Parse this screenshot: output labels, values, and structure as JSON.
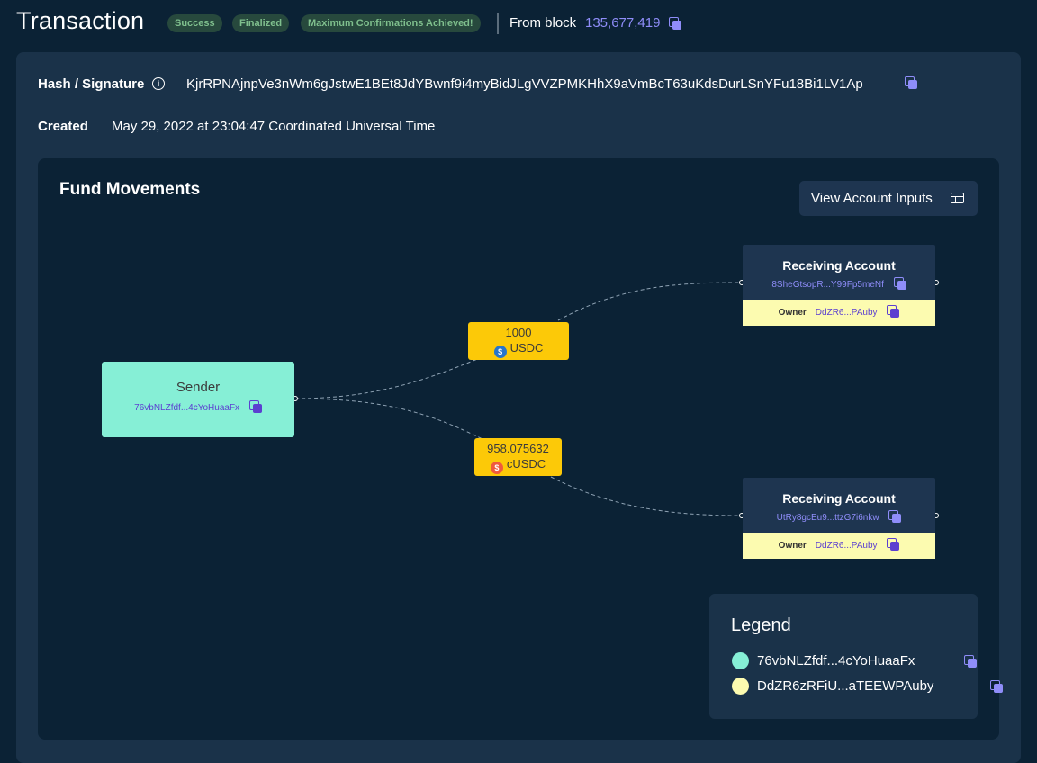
{
  "header": {
    "title": "Transaction",
    "badges": [
      "Success",
      "Finalized",
      "Maximum Confirmations Achieved!"
    ],
    "from_block_label": "From block",
    "block_number": "135,677,419"
  },
  "details": {
    "hash_label": "Hash / Signature",
    "hash_value": "KjrRPNAjnpVe3nWm6gJstwE1BEt8JdYBwnf9i4myBidJLgVVZPMKHhX9aVmBcT63uKdsDurLSnYFu18Bi1LV1Ap",
    "created_label": "Created",
    "created_value": "May 29, 2022 at 23:04:47 Coordinated Universal Time"
  },
  "fund_movements": {
    "title": "Fund Movements",
    "view_button_label": "View Account Inputs",
    "sender": {
      "label": "Sender",
      "address": "76vbNLZfdf...4cYoHuaaFx"
    },
    "receivers": [
      {
        "label": "Receiving Account",
        "address": "8SheGtsopR...Y99Fp5meNf",
        "owner_label": "Owner",
        "owner": "DdZR6...PAuby"
      },
      {
        "label": "Receiving Account",
        "address": "UtRy8gcEu9...ttzG7i6nkw",
        "owner_label": "Owner",
        "owner": "DdZR6...PAuby"
      }
    ],
    "transfers": [
      {
        "amount": "1000",
        "token": "USDC",
        "token_icon": "usdc-coin-icon",
        "color": "#2775ca"
      },
      {
        "amount": "958.075632",
        "token": "cUSDC",
        "token_icon": "cusdc-coin-icon",
        "color": "#ef5a3c"
      }
    ]
  },
  "legend": {
    "title": "Legend",
    "items": [
      {
        "label": "76vbNLZfdf...4cYoHuaaFx",
        "color": "#86efd6"
      },
      {
        "label": "DdZR6zRFiU...aTEEWPAuby",
        "color": "#fcfbb0"
      }
    ]
  },
  "colors": {
    "background": "#0b2235",
    "card": "#1a3249",
    "accent": "#8f8df9",
    "amount": "#fcc908"
  }
}
